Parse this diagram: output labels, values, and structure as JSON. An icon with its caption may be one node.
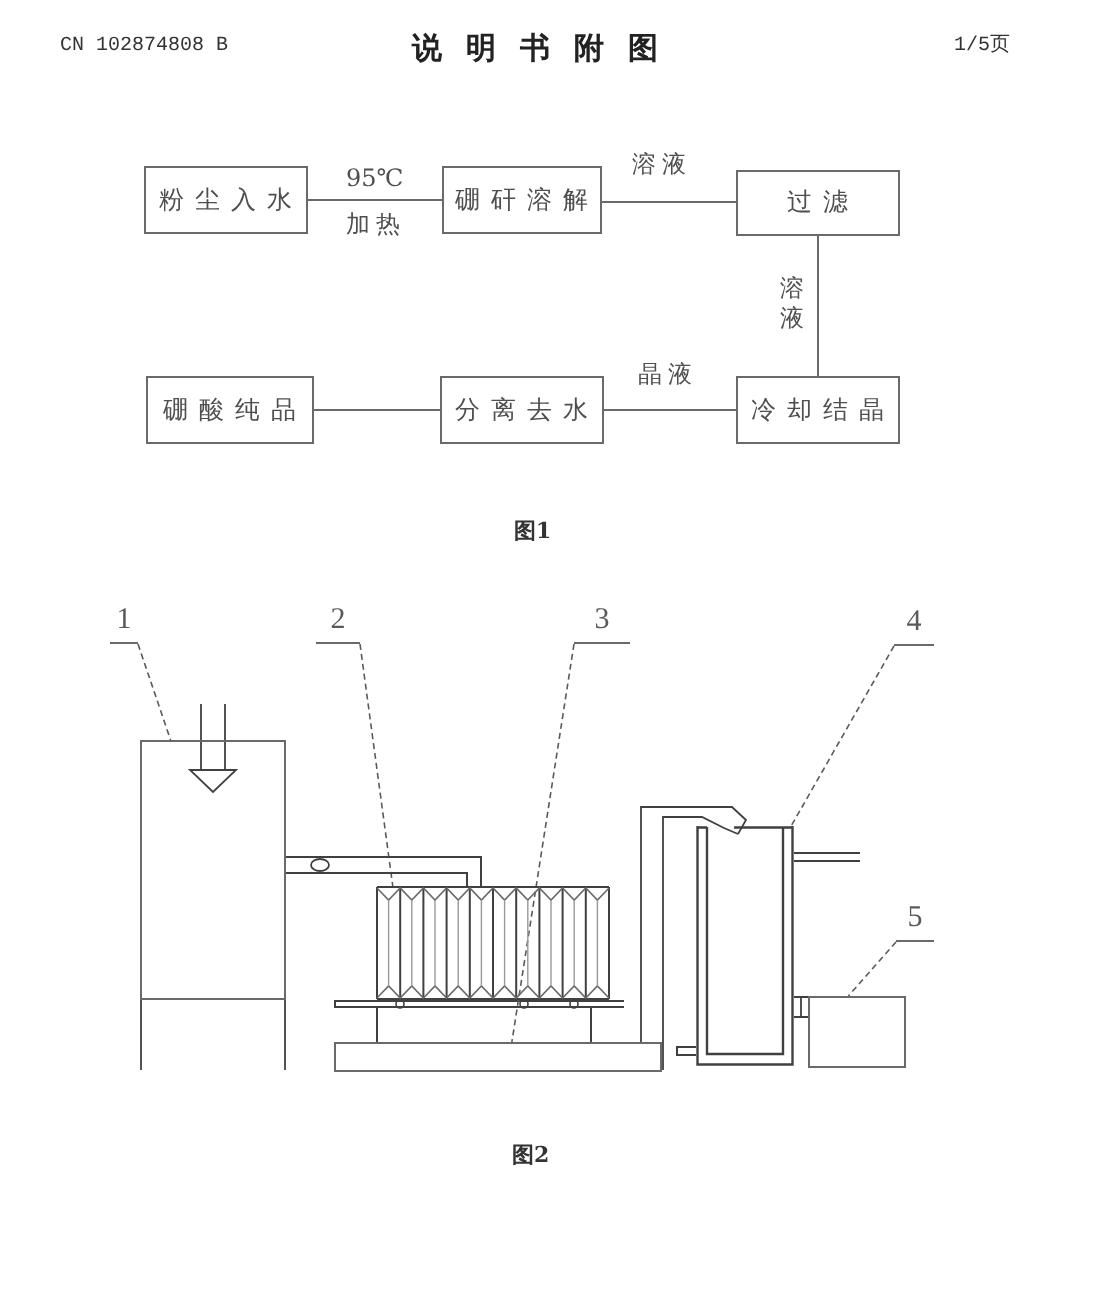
{
  "diagram": {
    "title": "说明书附图",
    "nodes": [
      {
        "text": [
          "粉尘入水"
        ]
      },
      {
        "text": [
          "硼矸溶解"
        ]
      },
      {
        "text": [
          "过滤"
        ]
      },
      {
        "text": [
          "冷却结晶"
        ]
      },
      {
        "text": [
          "分离去水"
        ]
      },
      {
        "text": [
          "硼酸纯品"
        ]
      },
      {
        "text": [
          "1"
        ]
      },
      {
        "text": [],
        "shape": "box"
      },
      {
        "text": [
          "2"
        ]
      },
      {
        "text": [],
        "shape": "picture"
      },
      {
        "text": [
          "3"
        ]
      },
      {
        "text": [],
        "shape": "bar"
      },
      {
        "text": [
          "4"
        ]
      },
      {
        "text": [],
        "shape": "picture"
      },
      {
        "text": [
          "5"
        ]
      },
      {
        "text": [],
        "shape": "box"
      }
    ],
    "edges": [
      {
        "from": 0,
        "to": 1,
        "arrow": "none",
        "label": "95℃"
      },
      {
        "from": 1,
        "to": 2,
        "arrow": "none",
        "label": "溶液"
      },
      {
        "from": 2,
        "to": 3,
        "arrow": "none",
        "label": "溶液"
      },
      {
        "from": 3,
        "to": 4,
        "arrow": "none",
        "label": "晶液"
      },
      {
        "from": 4,
        "to": 5,
        "arrow": "none"
      },
      {
        "from": 6,
        "to": 7,
        "arrow": "none",
        "style": "dashed"
      },
      {
        "from": 8,
        "to": 9,
        "arrow": "none",
        "style": "dashed"
      },
      {
        "from": 10,
        "to": 11,
        "arrow": "none",
        "style": "dashed"
      },
      {
        "from": 12,
        "to": 13,
        "arrow": "none",
        "style": "dashed"
      },
      {
        "from": 14,
        "to": 15,
        "arrow": "none",
        "style": "dashed"
      },
      {
        "from": 7,
        "to": 9,
        "arrow": "none"
      },
      {
        "from": 7,
        "to": 9,
        "arrow": "none"
      }
    ],
    "labels": [
      "CN 102874808 B",
      "1/5页",
      "加热",
      "图1",
      "图2"
    ]
  }
}
